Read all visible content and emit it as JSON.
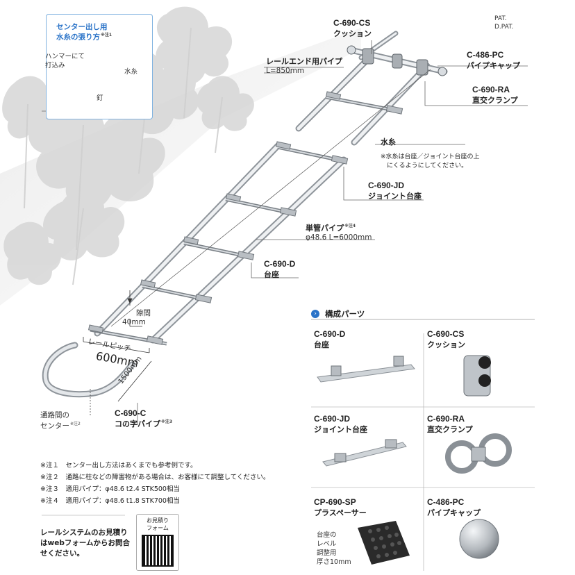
{
  "marks": {
    "pat": "PAT.",
    "dpat": "D.PAT."
  },
  "callout": {
    "title": "センター出し用",
    "title2": "水糸の張り方",
    "title_note": "※注1",
    "hammer": "ハンマーにて",
    "hammer2": "打込み",
    "string": "水糸",
    "nail": "釘"
  },
  "labels": {
    "cs_code": "C-690-CS",
    "cs_name": "クッション",
    "pc_code": "C-486-PC",
    "pc_name": "パイプキャップ",
    "ra_code": "C-690-RA",
    "ra_name": "直交クランプ",
    "railend_name": "レールエンド用パイプ",
    "railend_spec": "L=850mm",
    "mizuito": "水糸",
    "mizuito_note1": "※水糸は台座／ジョイント台座の上",
    "mizuito_note2": "にくるようにしてください。",
    "jd_code": "C-690-JD",
    "jd_name": "ジョイント台座",
    "pipe_name": "単管パイプ",
    "pipe_note": "※注4",
    "pipe_spec": "φ48.6  L=6000mm",
    "d_code": "C-690-D",
    "d_name": "台座",
    "gap_name": "隙間",
    "gap_value": "40mm",
    "pitch_name": "レールピッチ",
    "pitch_value": "600mm",
    "width_value": "1500mm",
    "center_name": "通路間の",
    "center_name2": "センター",
    "center_note": "※注2",
    "c_code": "C-690-C",
    "c_name": "コの字パイプ",
    "c_note": "※注3"
  },
  "notes": [
    {
      "mark": "※注１",
      "text": "センター出し方法はあくまでも参考例です。"
    },
    {
      "mark": "※注２",
      "text": "通路に柱などの障害物がある場合は、お客様にて調整してください。"
    },
    {
      "mark": "※注３",
      "text": "適用パイプ：φ48.6 t2.4 STK500相当"
    },
    {
      "mark": "※注４",
      "text": "適用パイプ：φ48.6 t1.8 STK700相当"
    }
  ],
  "quote": {
    "line1": "レールシステムのお見積り",
    "line2": "はwebフォームからお問合",
    "line3": "せください。",
    "qr_label1": "お見積り",
    "qr_label2": "フォーム"
  },
  "parts": {
    "heading": "構成パーツ",
    "items": [
      {
        "code": "C-690-D",
        "name": "台座"
      },
      {
        "code": "C-690-CS",
        "name": "クッション"
      },
      {
        "code": "C-690-JD",
        "name": "ジョイント台座"
      },
      {
        "code": "C-690-RA",
        "name": "直交クランプ"
      },
      {
        "code": "CP-690-SP",
        "name": "プラスペーサー"
      },
      {
        "code": "C-486-PC",
        "name": "パイプキャップ"
      }
    ],
    "spacer_desc": [
      "台座の",
      "レベル",
      "調整用",
      "厚さ10mm"
    ]
  },
  "colors": {
    "accent": "#2a73c8",
    "metal": "#c9ced3",
    "foliage": "#d9d9d9"
  }
}
